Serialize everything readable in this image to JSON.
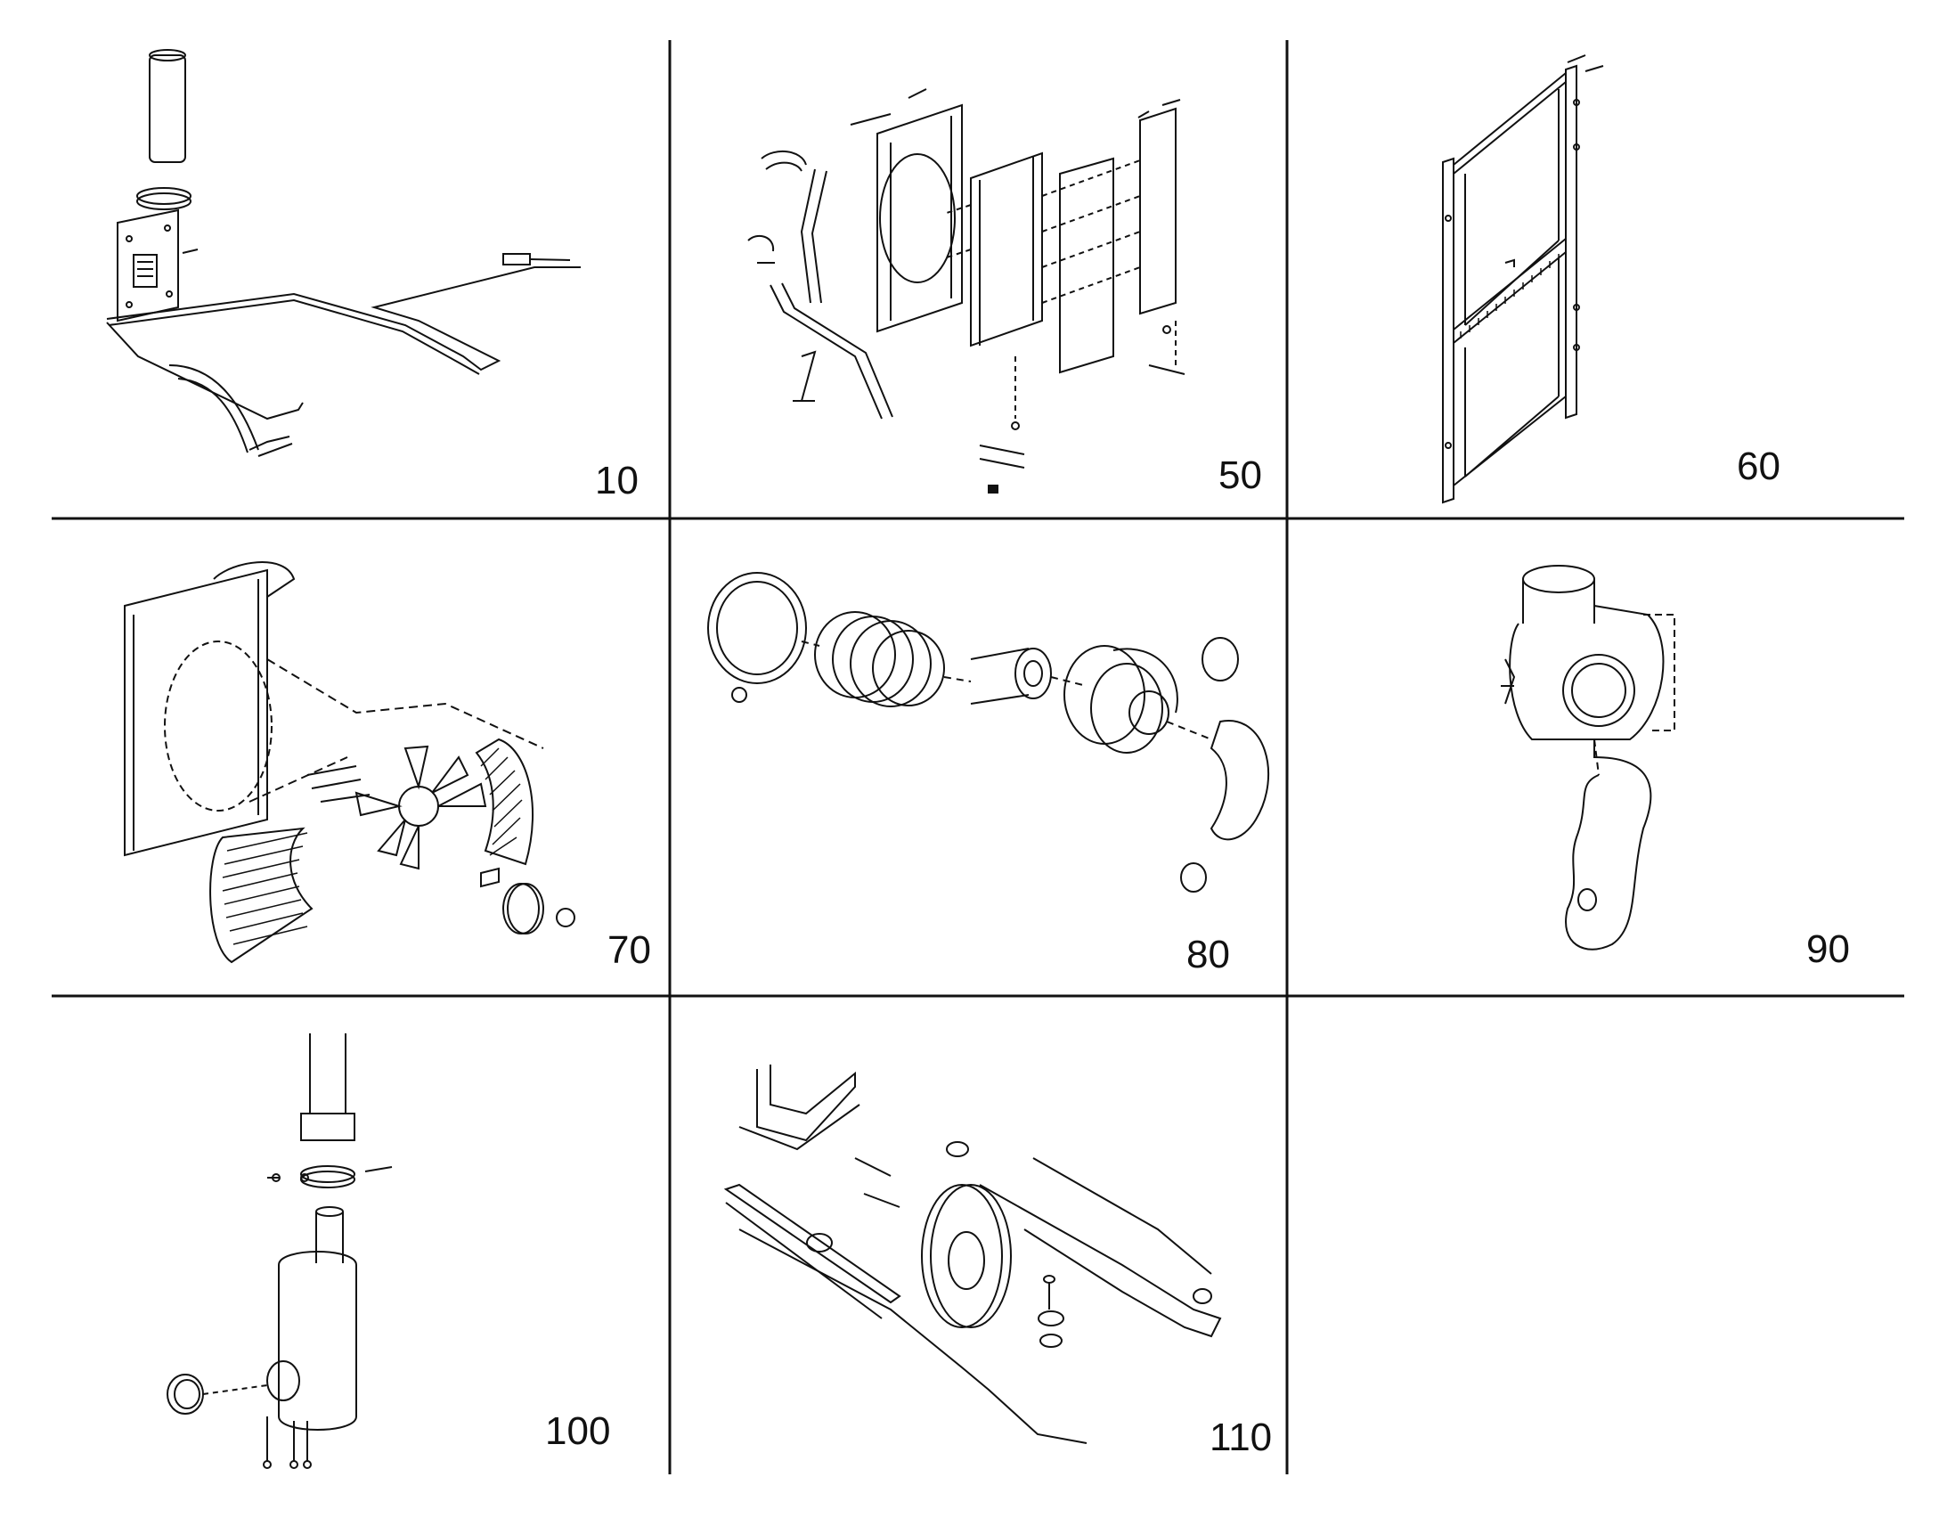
{
  "panels": [
    {
      "id": "p10",
      "label": "10",
      "illustration": "fuel-filter-and-lines"
    },
    {
      "id": "p50",
      "label": "50",
      "illustration": "radiator-and-coolers-exploded"
    },
    {
      "id": "p60",
      "label": "60",
      "illustration": "radiator-frame-screen"
    },
    {
      "id": "p70",
      "label": "70",
      "illustration": "fan-and-guards-exploded"
    },
    {
      "id": "p80",
      "label": "80",
      "illustration": "air-intake-ducts-exploded"
    },
    {
      "id": "p90",
      "label": "90",
      "illustration": "air-cleaner-and-hose"
    },
    {
      "id": "p100",
      "label": "100",
      "illustration": "muffler-and-exhaust-pipe"
    },
    {
      "id": "p110",
      "label": "110",
      "illustration": "engine-mounting-frame"
    }
  ],
  "colors": {
    "line": "#111111",
    "background": "#ffffff"
  }
}
